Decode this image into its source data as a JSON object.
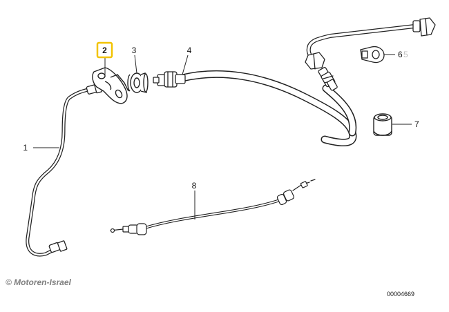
{
  "diagram": {
    "callouts": [
      {
        "id": "1",
        "label": "1",
        "highlighted": false
      },
      {
        "id": "2",
        "label": "2",
        "highlighted": true
      },
      {
        "id": "3",
        "label": "3",
        "highlighted": false
      },
      {
        "id": "4",
        "label": "4",
        "highlighted": false
      },
      {
        "id": "5",
        "label": "5",
        "highlighted": false,
        "faded": true
      },
      {
        "id": "6",
        "label": "6",
        "highlighted": false
      },
      {
        "id": "7",
        "label": "7",
        "highlighted": false
      },
      {
        "id": "8",
        "label": "8",
        "highlighted": false
      }
    ],
    "highlight_color": "#f2c300"
  },
  "footer": {
    "copyright": "© Motoren-Israel",
    "reference": "00004669"
  }
}
